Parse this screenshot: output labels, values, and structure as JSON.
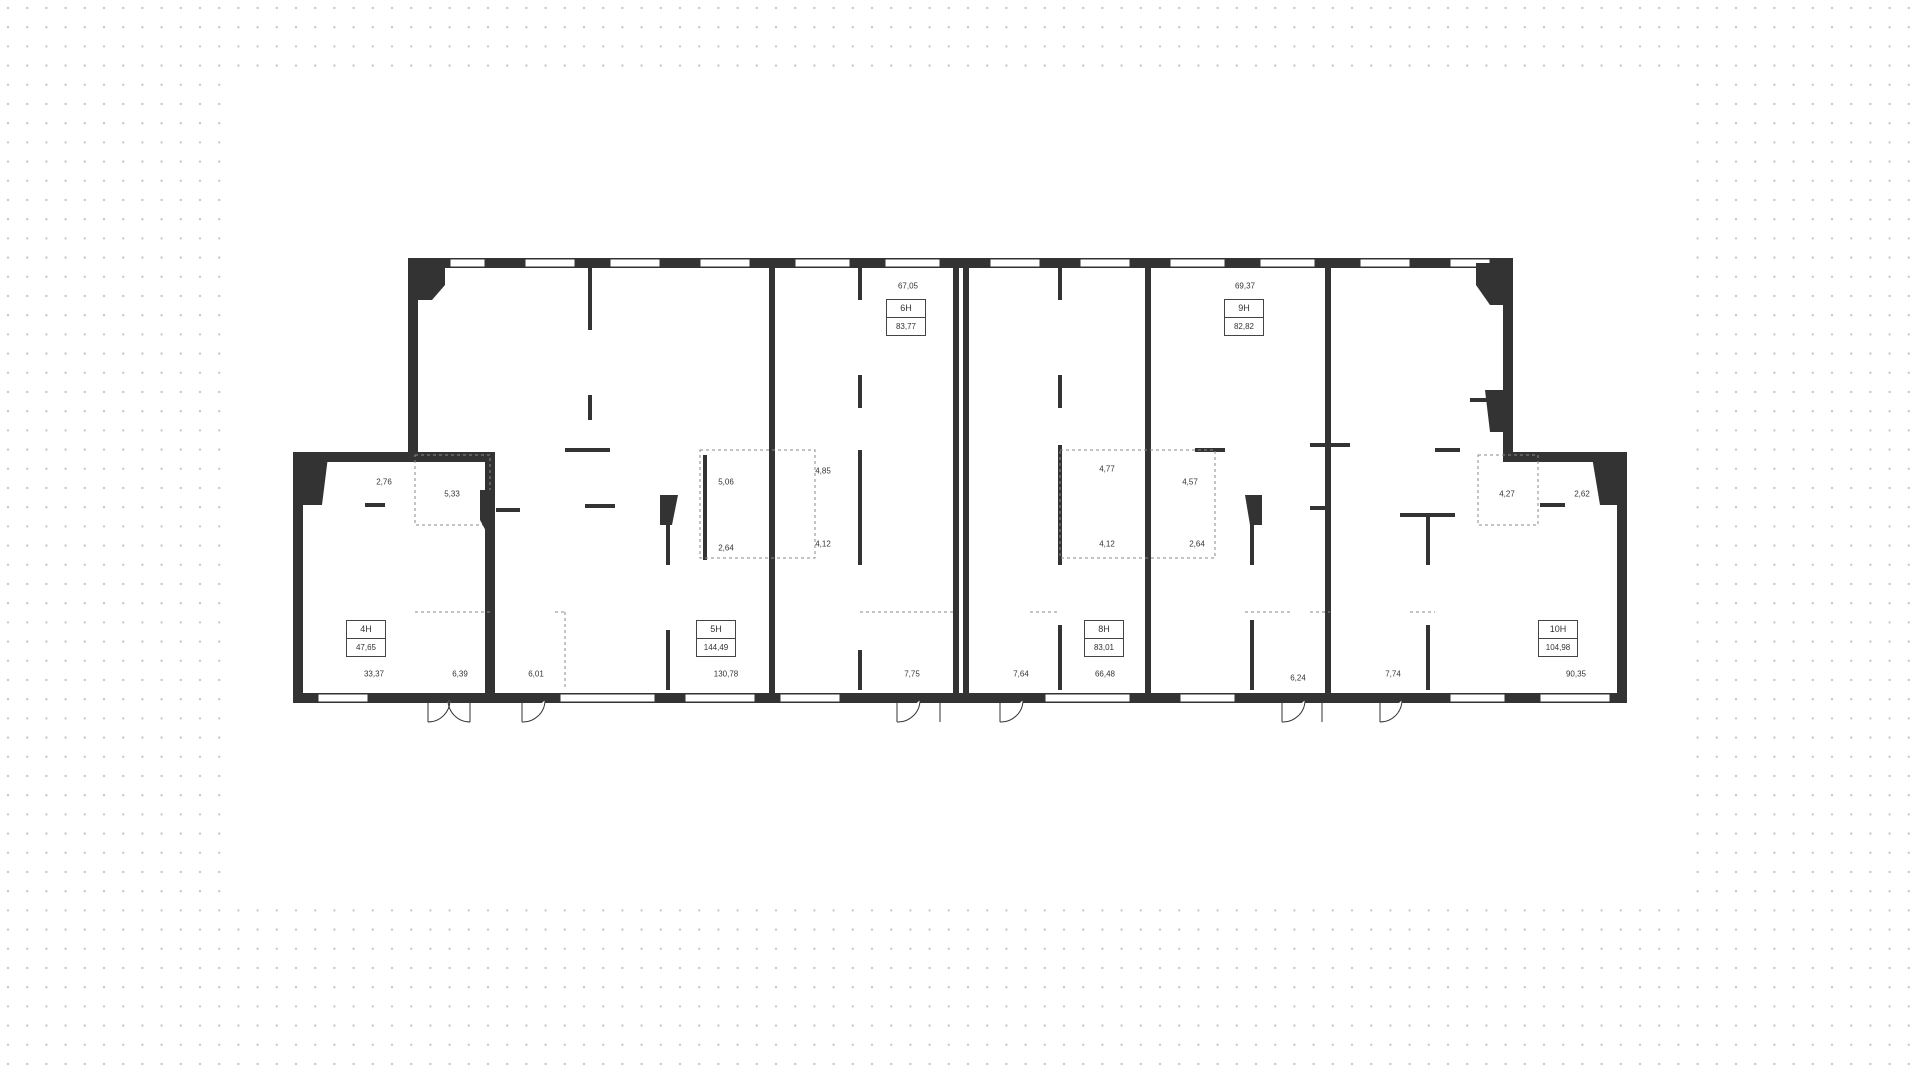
{
  "units": [
    {
      "id": "unit-4h",
      "number": "4Н",
      "area": "47,65"
    },
    {
      "id": "unit-5h",
      "number": "5Н",
      "area": "144,49"
    },
    {
      "id": "unit-6h",
      "number": "6Н",
      "area": "83,77"
    },
    {
      "id": "unit-8h",
      "number": "8Н",
      "area": "83,01"
    },
    {
      "id": "unit-9h",
      "number": "9Н",
      "area": "82,82"
    },
    {
      "id": "unit-10h",
      "number": "10Н",
      "area": "104,98"
    }
  ],
  "rooms": [
    {
      "id": "room-33-37",
      "area": "33,37"
    },
    {
      "id": "room-6-39",
      "area": "6,39"
    },
    {
      "id": "room-2-76",
      "area": "2,76"
    },
    {
      "id": "room-5-33",
      "area": "5,33"
    },
    {
      "id": "room-6-01",
      "area": "6,01"
    },
    {
      "id": "room-130-78",
      "area": "130,78"
    },
    {
      "id": "room-5-06",
      "area": "5,06"
    },
    {
      "id": "room-2-64-a",
      "area": "2,64"
    },
    {
      "id": "room-67-05",
      "area": "67,05"
    },
    {
      "id": "room-4-85",
      "area": "4,85"
    },
    {
      "id": "room-4-12-a",
      "area": "4,12"
    },
    {
      "id": "room-7-75",
      "area": "7,75"
    },
    {
      "id": "room-7-64",
      "area": "7,64"
    },
    {
      "id": "room-66-48",
      "area": "66,48"
    },
    {
      "id": "room-4-77",
      "area": "4,77"
    },
    {
      "id": "room-4-12-b",
      "area": "4,12"
    },
    {
      "id": "room-69-37",
      "area": "69,37"
    },
    {
      "id": "room-4-57",
      "area": "4,57"
    },
    {
      "id": "room-2-64-b",
      "area": "2,64"
    },
    {
      "id": "room-6-24",
      "area": "6,24"
    },
    {
      "id": "room-7-74",
      "area": "7,74"
    },
    {
      "id": "room-4-27",
      "area": "4,27"
    },
    {
      "id": "room-2-62",
      "area": "2,62"
    },
    {
      "id": "room-90-35",
      "area": "90,35"
    }
  ]
}
